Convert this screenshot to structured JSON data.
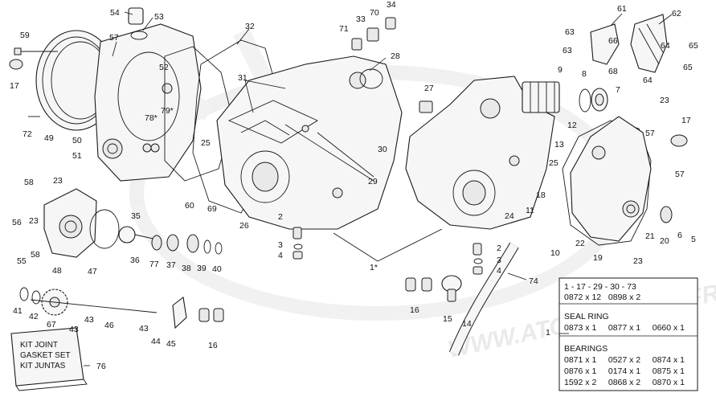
{
  "watermark": "WWW.ATOMICMOTO.FR",
  "labels": [
    {
      "id": "l54",
      "text": "54"
    },
    {
      "id": "l53",
      "text": "53"
    },
    {
      "id": "l59",
      "text": "59"
    },
    {
      "id": "l57a",
      "text": "57"
    },
    {
      "id": "l17a",
      "text": "17"
    },
    {
      "id": "l52",
      "text": "52"
    },
    {
      "id": "l72",
      "text": "72"
    },
    {
      "id": "l49",
      "text": "49"
    },
    {
      "id": "l50",
      "text": "50"
    },
    {
      "id": "l78",
      "text": "78*"
    },
    {
      "id": "l79",
      "text": "79*"
    },
    {
      "id": "l51",
      "text": "51"
    },
    {
      "id": "l25a",
      "text": "25"
    },
    {
      "id": "l32",
      "text": "32"
    },
    {
      "id": "l31",
      "text": "31"
    },
    {
      "id": "l33",
      "text": "33"
    },
    {
      "id": "l70",
      "text": "70"
    },
    {
      "id": "l34",
      "text": "34"
    },
    {
      "id": "l71",
      "text": "71"
    },
    {
      "id": "l28",
      "text": "28"
    },
    {
      "id": "l27",
      "text": "27"
    },
    {
      "id": "l30",
      "text": "30"
    },
    {
      "id": "l29",
      "text": "29"
    },
    {
      "id": "l9",
      "text": "9"
    },
    {
      "id": "l8",
      "text": "8"
    },
    {
      "id": "l7",
      "text": "7"
    },
    {
      "id": "l61",
      "text": "61"
    },
    {
      "id": "l62",
      "text": "62"
    },
    {
      "id": "l63a",
      "text": "63"
    },
    {
      "id": "l66",
      "text": "66"
    },
    {
      "id": "l63b",
      "text": "63"
    },
    {
      "id": "l68",
      "text": "68"
    },
    {
      "id": "l64a",
      "text": "64"
    },
    {
      "id": "l65a",
      "text": "65"
    },
    {
      "id": "l64b",
      "text": "64"
    },
    {
      "id": "l65b",
      "text": "65"
    },
    {
      "id": "l23a",
      "text": "23"
    },
    {
      "id": "l17b",
      "text": "17"
    },
    {
      "id": "l12",
      "text": "12"
    },
    {
      "id": "l13",
      "text": "13"
    },
    {
      "id": "l57b",
      "text": "57"
    },
    {
      "id": "l25b",
      "text": "25"
    },
    {
      "id": "l18",
      "text": "18"
    },
    {
      "id": "l57c",
      "text": "57"
    },
    {
      "id": "l11",
      "text": "11"
    },
    {
      "id": "l24",
      "text": "24"
    },
    {
      "id": "l22",
      "text": "22"
    },
    {
      "id": "l21",
      "text": "21"
    },
    {
      "id": "l20",
      "text": "20"
    },
    {
      "id": "l6",
      "text": "6"
    },
    {
      "id": "l5",
      "text": "5"
    },
    {
      "id": "l19",
      "text": "19"
    },
    {
      "id": "l10",
      "text": "10"
    },
    {
      "id": "l23b",
      "text": "23"
    },
    {
      "id": "l58a",
      "text": "58"
    },
    {
      "id": "l23c",
      "text": "23"
    },
    {
      "id": "l60",
      "text": "60"
    },
    {
      "id": "l69",
      "text": "69"
    },
    {
      "id": "l26",
      "text": "26"
    },
    {
      "id": "l2a",
      "text": "2"
    },
    {
      "id": "l3a",
      "text": "3"
    },
    {
      "id": "l4a",
      "text": "4"
    },
    {
      "id": "l1star",
      "text": "1*"
    },
    {
      "id": "l2b",
      "text": "2"
    },
    {
      "id": "l3b",
      "text": "3"
    },
    {
      "id": "l4b",
      "text": "4"
    },
    {
      "id": "l35",
      "text": "35"
    },
    {
      "id": "l56",
      "text": "56"
    },
    {
      "id": "l23d",
      "text": "23"
    },
    {
      "id": "l55",
      "text": "55"
    },
    {
      "id": "l58b",
      "text": "58"
    },
    {
      "id": "l48",
      "text": "48"
    },
    {
      "id": "l47",
      "text": "47"
    },
    {
      "id": "l36",
      "text": "36"
    },
    {
      "id": "l77",
      "text": "77"
    },
    {
      "id": "l37",
      "text": "37"
    },
    {
      "id": "l38",
      "text": "38"
    },
    {
      "id": "l39",
      "text": "39"
    },
    {
      "id": "l40",
      "text": "40"
    },
    {
      "id": "l16a",
      "text": "16"
    },
    {
      "id": "l15",
      "text": "15"
    },
    {
      "id": "l14",
      "text": "14"
    },
    {
      "id": "l74",
      "text": "74"
    },
    {
      "id": "l41",
      "text": "41"
    },
    {
      "id": "l42",
      "text": "42"
    },
    {
      "id": "l67",
      "text": "67"
    },
    {
      "id": "l43a",
      "text": "43"
    },
    {
      "id": "l43b",
      "text": "43"
    },
    {
      "id": "l46",
      "text": "46"
    },
    {
      "id": "l43c",
      "text": "43"
    },
    {
      "id": "l44",
      "text": "44"
    },
    {
      "id": "l45",
      "text": "45"
    },
    {
      "id": "l16b",
      "text": "16"
    },
    {
      "id": "l76",
      "text": "76"
    },
    {
      "id": "l1",
      "text": "1"
    }
  ],
  "kit_box": {
    "lines": [
      "KIT JOINT",
      "GASKET SET",
      "KIT JUNTAS"
    ]
  },
  "parts_table": {
    "header_line1": "1 - 17 - 29 - 30 - 73",
    "header_line2": "0872 x 12   0898 x 2",
    "seal_title": "SEAL RING",
    "seal_line": "0873 x 1     0877 x 1     0660 x 1",
    "bearings_title": "BEARINGS",
    "bearing_lines": [
      "0871 x 1     0527 x 2     0874 x 1",
      "0876 x 1     0174 x 1     0875 x 1",
      "1592 x 2     0868 x 2     0870 x 1"
    ]
  }
}
